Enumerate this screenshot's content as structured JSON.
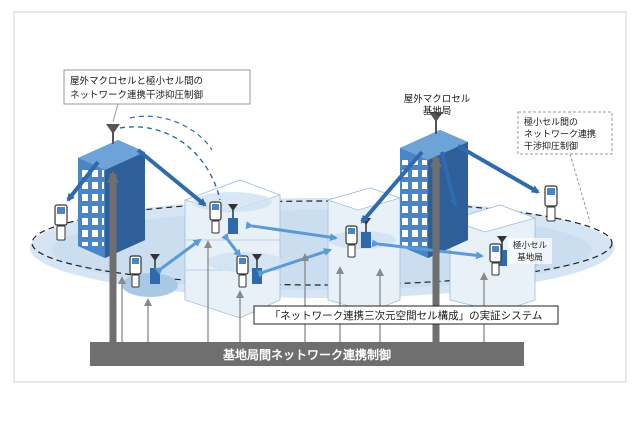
{
  "callouts": {
    "macro_small": [
      "屋外マクロセルと極小セル間の",
      "ネットワーク連携干渉抑圧制御"
    ],
    "macro_station": [
      "屋外マクロセル",
      "基地局"
    ],
    "small_small": [
      "極小セル間の",
      "ネットワーク連携",
      "干渉抑圧制御"
    ],
    "small_station": [
      "極小セル",
      "基地局"
    ]
  },
  "banner": "「ネットワーク連携三次元空間セル構成」の実証システム",
  "control_bar": "基地局間ネットワーク連携制御",
  "colors": {
    "bg": "#ffffff",
    "frame": "#d0d0d0",
    "ground": "#cfe1f1",
    "ground_dark": "#b7d3ea",
    "cell_light": "#dbe9f5",
    "building_blue": "#4a86c5",
    "building_dark": "#3467a3",
    "window": "#ffffff",
    "arrow_blue": "#2f6aad",
    "arrow_light": "#5a9ad6",
    "arrow_gray": "#8a8a8a",
    "bar": "#6f6f6f",
    "bar_text": "#ffffff",
    "callout_border": "#9a9a9a",
    "text": "#1a1a1a"
  }
}
